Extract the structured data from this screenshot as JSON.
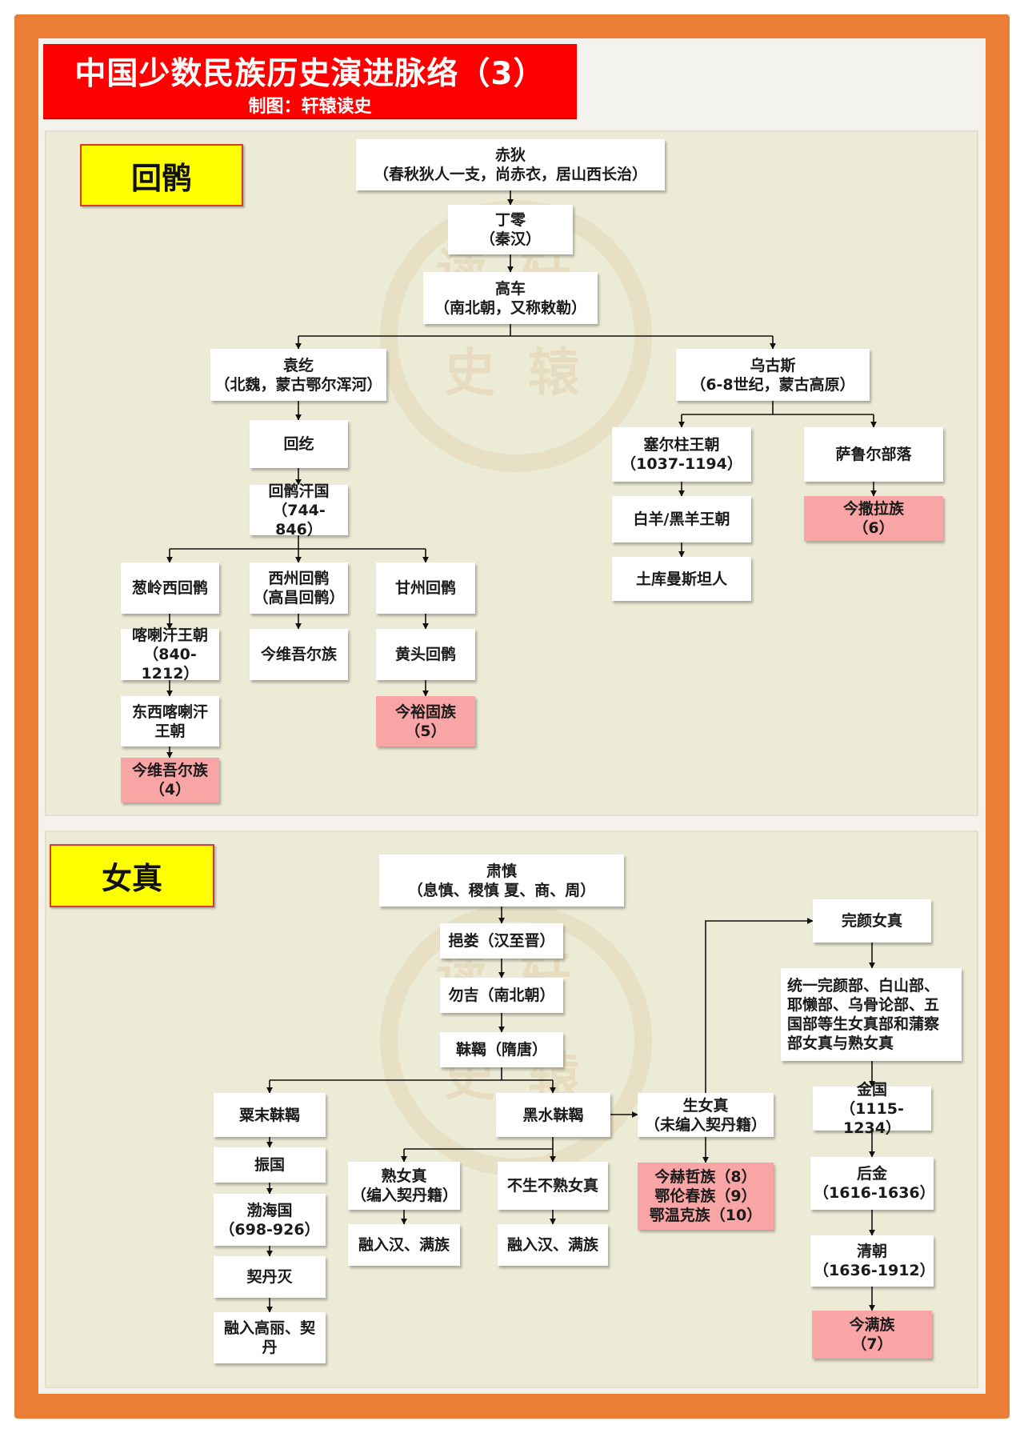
{
  "title": "中国少数民族历史演进脉络（3）",
  "subtitle": "制图：轩辕读史",
  "sections": {
    "huihu": {
      "label": "回鹘"
    },
    "nvzhen": {
      "label": "女真"
    }
  },
  "nodes": {
    "chidi": "赤狄\n（春秋狄人一支，尚赤衣，居山西长治）",
    "dingling": "丁零\n（秦汉）",
    "gaoche": "高车\n（南北朝，又称敕勒）",
    "yuanhe": "袁纥\n（北魏，蒙古鄂尔浑河）",
    "wugusi": "乌古斯\n（6-8世纪，蒙古高原）",
    "huihe": "回纥",
    "huihu_khanate": "回鹘汗国\n（744-846）",
    "congling": "葱岭西回鹘",
    "xizhou": "西州回鹘\n（高昌回鹘）",
    "ganzhou": "甘州回鹘",
    "karakhanid": "喀喇汗王朝\n（840-1212）",
    "weiwuer_a": "今维吾尔族",
    "huangtou": "黄头回鹘",
    "dongxi_kara": "东西喀喇汗\n王朝",
    "yugu": "今裕固族\n（5）",
    "weiwuer_b": "今维吾尔族\n（4）",
    "seljuk": "塞尔柱王朝\n（1037-1194）",
    "salur": "萨鲁尔部落",
    "sala": "今撒拉族\n（6）",
    "baiyang": "白羊/黑羊王朝",
    "turkmen": "土库曼斯坦人",
    "sushen": "肃慎\n（息慎、稷慎 夏、商、周）",
    "yilou": "挹娄（汉至晋）",
    "wuji": "勿吉（南北朝）",
    "mohe": "靺鞨（隋唐）",
    "sumo": "粟末靺鞨",
    "heishui": "黑水靺鞨",
    "zhenguo": "振国",
    "bohai": "渤海国\n（698-926）",
    "qidan_mie": "契丹灭",
    "gaoli": "融入高丽、契\n丹",
    "shu_nvzhen": "熟女真\n（编入契丹籍）",
    "busheng": "不生不熟女真",
    "ronghan_a": "融入汉、满族",
    "ronghan_b": "融入汉、满族",
    "sheng_nvzhen": "生女真\n（未编入契丹籍）",
    "hezhe": "今赫哲族（8）\n鄂伦春族（9）\n鄂温克族（10）",
    "wanyan": "完颜女真",
    "tongyi": "统一完颜部、白山部、\n耶懒部、乌骨论部、五\n国部等生女真部和蒲察\n部女真与熟女真",
    "jin": "金国\n（1115-1234）",
    "houjin": "后金\n（1616-1636）",
    "qing": "清朝\n（1636-1912）",
    "manzu": "今满族\n（7）"
  },
  "watermark": [
    "读",
    "轩",
    "史",
    "辕"
  ],
  "colors": {
    "frame": "#ec7d35",
    "title_bg": "#ff0000",
    "label_bg": "#ffff00",
    "panel_bg": "#ecebd6",
    "node_bg": "#ffffff",
    "highlight": "#f9a5a5"
  }
}
